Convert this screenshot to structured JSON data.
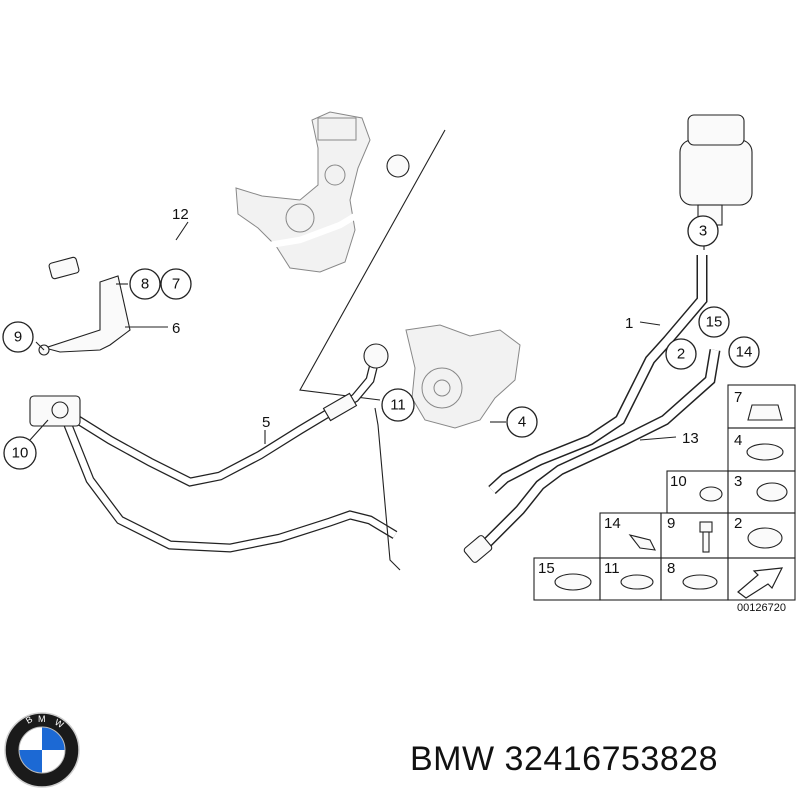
{
  "callouts": {
    "c1": "1",
    "c2": "2",
    "c3": "3",
    "c4": "4",
    "c5": "5",
    "c6": "6",
    "c7": "7",
    "c8": "8",
    "c9": "9",
    "c10": "10",
    "c11": "11",
    "c12": "12",
    "c13": "13",
    "c14": "14",
    "c15": "15"
  },
  "legend_cells": [
    "7",
    "4",
    "10",
    "3",
    "14",
    "9",
    "2",
    "15",
    "11",
    "8"
  ],
  "diagram_code": "00126720",
  "caption": {
    "brand": "BMW",
    "part_number": "32416753828"
  },
  "colors": {
    "logo_blue": "#1c69d4",
    "logo_ring": "#1a1a1a"
  }
}
